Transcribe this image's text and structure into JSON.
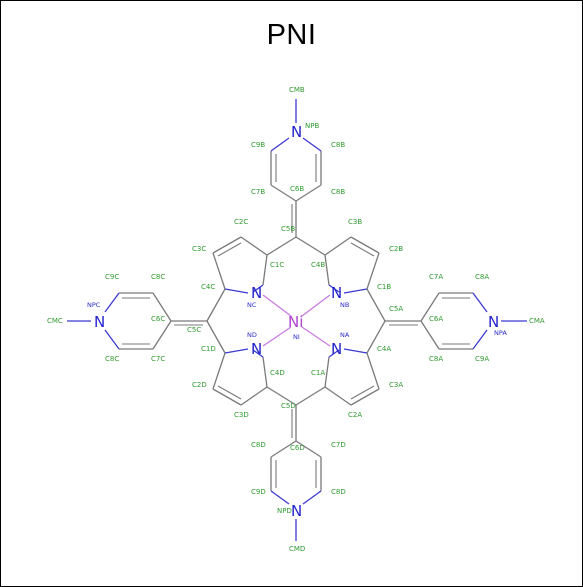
{
  "title": "PNI",
  "atoms": {
    "ni": "Ni",
    "n": "N"
  },
  "labels": {
    "CMB": "CMB",
    "NPB": "NPB",
    "C9B": "C9B",
    "C8B_left": "C8B",
    "C7B": "C7B",
    "C6B": "C6B",
    "C8B_right": "C8B",
    "C5B": "C5B",
    "C3C": "C3C",
    "C2C": "C2C",
    "C1C": "C1C",
    "C4C": "C4C",
    "NC": "NC",
    "C4B": "C4B",
    "C3B": "C3B",
    "C2B": "C2B",
    "C1B": "C1B",
    "NB": "NB",
    "C5A": "C5A",
    "C7A": "C7A",
    "C8A_top": "C8A",
    "C6A": "C6A",
    "NPA": "NPA",
    "CMA": "CMA",
    "C8A_bottom": "C8A",
    "C9A": "C9A",
    "C5C": "C5C",
    "C6C": "C6C",
    "C9C": "C9C",
    "C8C_top": "C8C",
    "NPC": "NPC",
    "CMC": "CMC",
    "C8C_bottom": "C8C",
    "C7C": "C7C",
    "NI_lbl": "NI",
    "ND": "ND",
    "NA": "NA",
    "C1D": "C1D",
    "C2D": "C2D",
    "C3D": "C3D",
    "C4D": "C4D",
    "C1A": "C1A",
    "C2A": "C2A",
    "C3A": "C3A",
    "C4A": "C4A",
    "C5D": "C5D",
    "C6D": "C6D",
    "C8D_top": "C8D",
    "C7D": "C7D",
    "C9D": "C9D",
    "C8D_right": "C8D",
    "NPD": "NPD",
    "CMD": "CMD"
  }
}
